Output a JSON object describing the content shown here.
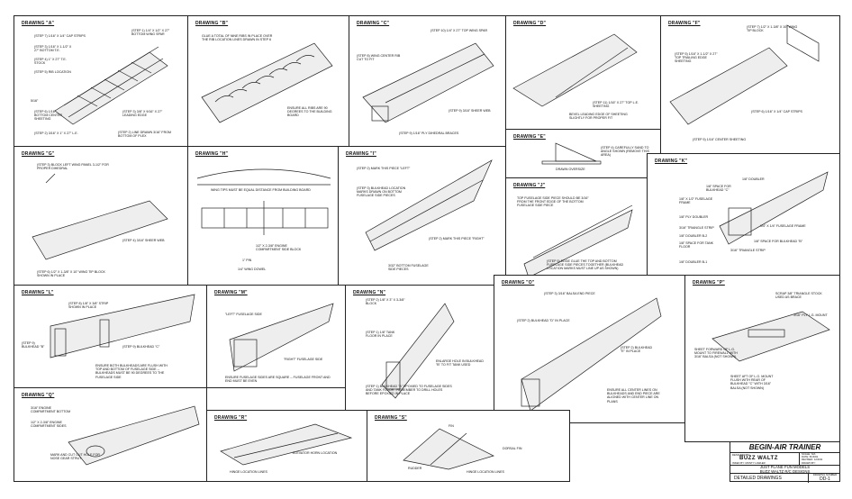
{
  "drawings": {
    "A": {
      "title": "DRAWING \"A\"",
      "notes": [
        "(STEP 7) 1/16\" x 1/4\" CAP STRIPS",
        "(STEP 3) 1/16\" x 1-1/2\" x 27\" BOTTOM T.E.",
        "(STEP 4) 1\" x 27\" T.E. STOCK",
        "(STEP 5) RIB LOCATION",
        "5/16\"",
        "(STEP 6) 1/16\" BOTTOM CENTER SHEETING",
        "(STEP 2) 3/16\" x 1\" x 27\" L.E.",
        "(STEP 1) 1/4\" x 1/2\" x 27\" BOTTOM WING SPAR",
        "(STEP 3) 3/8\" x 9/16\" x 27\" LEADING EDGE",
        "(STEP 2) LINE DRAWN 3/16\" FROM BOTTOM OF PLEX"
      ]
    },
    "B": {
      "title": "DRAWING \"B\"",
      "notes": [
        "GLUE A TOTAL OF NINE RIBS IN PLACE OVER THE RIB LOCATION LINES DRAWN IN STEP 6",
        "ENSURE ALL RIBS ARE 90 DEGREES TO THE BUILDING BOARD"
      ]
    },
    "C": {
      "title": "DRAWING \"C\"",
      "notes": [
        "(STEP 10) 1/4\" x 27\" TOP WING SPAR",
        "(STEP 8) WING CENTER RIB CUT TO FIT",
        "(STEP 9) 3/16\" SHEER WEB",
        "(STEP 9) 1/16\" PLY DIHEDRAL BRACES"
      ]
    },
    "D": {
      "title": "DRAWING \"D\"",
      "notes": [
        "(STEP 11) 1/16\" x 27\" TOP L.E. SHEETING",
        "BEVEL LEADING EDGE OF SHEETING SLIGHTLY FOR PROPER FIT"
      ]
    },
    "E": {
      "title": "DRAWING \"E\"",
      "notes": [
        "(STEP 4) CAREFULLY SAND TO ANGLE SHOWN (REMOVE THIS AREA)",
        "DRAWN OVERSIZE"
      ]
    },
    "F": {
      "title": "DRAWING \"F\"",
      "notes": [
        "(STEP 7) 1/2\" x 1-3/8\" x 10\" WING TIP BLOCK",
        "(STEP 5) 1/16\" x 1-1/2\" x 27\" TOP TRAILING EDGE SHEETING",
        "(STEP 6) 1/16\" x 1/4\" CAP STRIPS",
        "(STEP 5) 1/16\" CENTER SHEETING"
      ]
    },
    "G": {
      "title": "DRAWING \"G\"",
      "notes": [
        "(STEP 3) BLOCK LEFT WING PANEL 3-1/2\" FOR PROPER DIHEDRAL",
        "(STEP 4) 3/16\" SHEER WEB",
        "(STEP 6) 1/2\" x 1-3/8\" x 10\" WING TIP BLOCK SHOWN IN PLACE"
      ]
    },
    "H": {
      "title": "DRAWING \"H\"",
      "notes": [
        "WING TIPS MUST BE EQUAL DISTANCE FROM BUILDING BOARD",
        "1/2\" x 2-3/8\" ENGINE COMPARTMENT SIDE BLOCK",
        "1\" PIN",
        "1/4\" WING DOWEL"
      ]
    },
    "I": {
      "title": "DRAWING \"I\"",
      "notes": [
        "(STEP 2) MARK THIS PIECE \"LEFT\"",
        "(STEP 3) BULKHEAD LOCATION MARKS DRAWN ON BOTTOM FUSELAGE SIDE PIECES",
        "(STEP 2) MARK THIS PIECE \"RIGHT\"",
        "3/32\" BOTTOM FUSELAGE SIDE PIECES"
      ]
    },
    "J": {
      "title": "DRAWING \"J\"",
      "notes": [
        "TOP FUSELAGE SIDE PIECE SHOULD BE 3/16\" FROM THE FRONT EDGE OF THE BOTTOM FUSELAGE SIDE PIECE",
        "(STEP 5) EDGE GLUE THE TOP AND BOTTOM FUSELAGE SIDE PIECES TOGETHER (BULKHEAD LOCATION MARKS MUST LINE UP AS SHOWN)"
      ]
    },
    "K": {
      "title": "DRAWING \"K\"",
      "notes": [
        "1/8\" DOUBLER",
        "1/8\" SPACE FOR BULKHEAD \"C\"",
        "1/8\" x 1/2\" FUSELAGE FRAME",
        "1/8\" PLY DOUBLER",
        "3/16\" TRIANGLE STRIP",
        "1/8\" DOUBLER B-2",
        "1/4\" x 1/4\" FUSELAGE FRAME",
        "1/8\" SPACE FOR TANK FLOOR",
        "1/8\" SPACE FOR BULKHEAD \"B\"",
        "3/16\" TRIANGLE STRIP",
        "1/8\" DOUBLER B-1"
      ]
    },
    "L": {
      "title": "DRAWING \"L\"",
      "notes": [
        "(STEP 8) 1/8\" x 3/8\" STRIP SHOWN IN PLACE",
        "(STEP 9) BULKHEAD \"B\"",
        "(STEP 9) BULKHEAD \"C\"",
        "ENSURE BOTH BULKHEADS ARE FLUSH WITH TOP AND BOTTOM OF FUSELAGE SIDE -- BULKHEADS MUST BE 90 DEGREES TO THE FUSELAGE SIDE"
      ]
    },
    "M": {
      "title": "DRAWING \"M\"",
      "notes": [
        "\"LEFT\" FUSELAGE SIDE",
        "\"RIGHT\" FUSELAGE SIDE",
        "ENSURE FUSELAGE SIDES ARE SQUARE -- FUSELAGE FRONT AND END MUST BE EVEN"
      ]
    },
    "N": {
      "title": "DRAWING \"N\"",
      "notes": [
        "(STEP 2) 1/8\" x 3\" x 3-3/8\" BLOCK",
        "(STEP 1) 1/8\" TANK FLOOR IN PLACE",
        "ENLARGE HOLE IN BULKHEAD \"B\" TO FIT TANK USED",
        "(STEP 1) BULKHEAD \"A\" EPOXIED TO FUSELAGE SIDES AND TANK FLOOR - REMEMBER TO DRILL HOLES BEFORE EPOXIED IN PLACE"
      ]
    },
    "O": {
      "title": "DRAWING \"O\"",
      "notes": [
        "(STEP 3) 3/16\" BALSA END PIECE",
        "(STEP 2) BULKHEAD \"D\" IN PLACE",
        "(STEP 2) BULKHEAD \"E\" IN PLACE",
        "ENSURE ALL CENTER LINES ON BULKHEADS AND END PIECE ARE ALIGNED WITH CENTER LINE ON PLANS"
      ]
    },
    "P": {
      "title": "DRAWING \"P\"",
      "notes": [
        "SCRAP 3/8\" TRIANGLE STOCK USED AS BRACE",
        "3/16\" PLY L.G. MOUNT",
        "SHEET FORWARD OF L.G. MOUNT TO FIREWALL WITH 3/16\" BALSA (NOT SHOWN)",
        "SHEET AFT OF L.G. MOUNT FLUSH WITH REAR OF BULKHEAD \"C\" WITH 3/16\" BALSA (NOT SHOWN)"
      ]
    },
    "Q": {
      "title": "DRAWING \"Q\"",
      "notes": [
        "3/16\" ENGINE COMPARTMENT BOTTOM",
        "1/2\" x 2-3/8\" ENGINE COMPARTMENT SIDES",
        "MARK AND CUT OUT HOLE FOR NOSE GEAR STRUT"
      ]
    },
    "R": {
      "title": "DRAWING \"R\"",
      "notes": [
        "HINGE LOCATION LINES",
        "ELEVATOR HORN LOCATION"
      ]
    },
    "S": {
      "title": "DRAWING \"S\"",
      "notes": [
        "FIN",
        "DORSAL FIN",
        "RUDDER",
        "HINGE LOCATION LINES"
      ]
    }
  },
  "title_block": {
    "title": "BEGIN-AIR TRAINER",
    "designed_by_label": "DESIGNED BY:",
    "designer": "BUZZ WALTZ",
    "inked_by": "INKED BY: MONTY LAWLER",
    "scale": "SCALE: N/A",
    "date": "DATE: 8/16/92",
    "revised": "REVISED: 12/4/92",
    "drawn_by": "DRAWN BY:",
    "company_1": "JUST PLANE FUN MODELS",
    "company_2": "BUZZ WALTZ R/C DESIGNS",
    "sheet_title": "DETAILED DRAWINGS",
    "drawing_number_label": "DRAWING NUMBER",
    "drawing_number": "DD-1"
  }
}
